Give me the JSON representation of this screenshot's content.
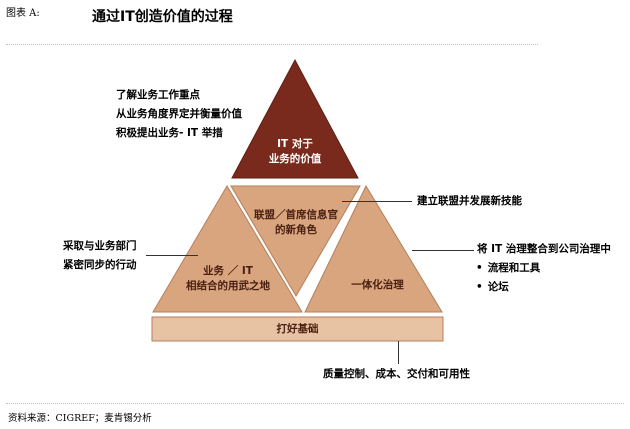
{
  "figure": {
    "label": "图表 A:",
    "title": "通过IT创造价值的过程"
  },
  "top_notes": [
    "了解业务工作重点",
    "从业务角度界定并衡量价值",
    "积极提出业务- IT 举措"
  ],
  "pyramid": {
    "top": [
      "IT 对于",
      "业务的价值"
    ],
    "middle_center": [
      "联盟／首席信息官",
      "的新角色"
    ],
    "left": [
      "业务 ／ IT",
      "相结合的用武之地"
    ],
    "right": [
      "一体化治理"
    ],
    "base": "打好基础"
  },
  "callouts": {
    "alliance": "建立联盟并发展新技能",
    "cooperation": [
      "采取与业务部门",
      "紧密同步的行动"
    ],
    "governance": {
      "heading": "将 IT 治理整合到公司治理中",
      "bullets": [
        "流程和工具",
        "论坛"
      ]
    },
    "foundation": "质量控制、成本、交付和可用性"
  },
  "source": "资料来源：CIGREF；麦肯锡分析",
  "colors": {
    "top_triangle": "#7a2a1c",
    "lower_shapes": "#d9a57e",
    "lower_border": "#b57f5c",
    "base_bar": "#e7c2a3"
  }
}
